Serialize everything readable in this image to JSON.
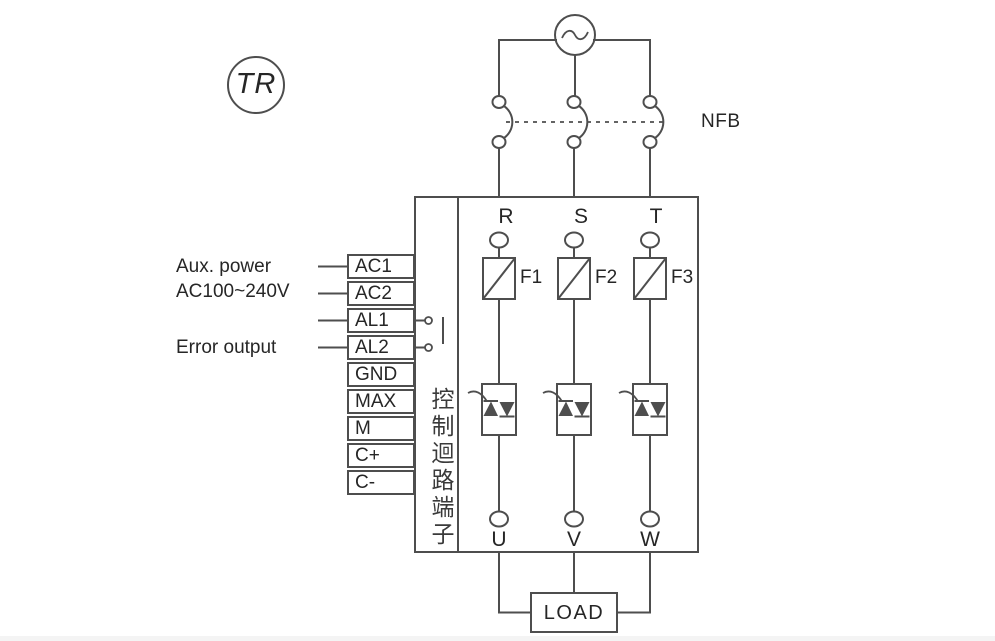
{
  "diagram": {
    "device_label": "TR",
    "breaker_label": "NFB",
    "load_label": "LOAD",
    "phase_inputs": [
      "R",
      "S",
      "T"
    ],
    "fuse_labels": [
      "F1",
      "F2",
      "F3"
    ],
    "phase_outputs": [
      "U",
      "V",
      "W"
    ],
    "control_terminals": [
      "AC1",
      "AC2",
      "AL1",
      "AL2",
      "GND",
      "MAX",
      "M",
      "C+",
      "C-"
    ],
    "terminal_strip_caption": "控制迴路端子",
    "annotations": {
      "aux_power_line1": "Aux. power",
      "aux_power_line2": "AC100~240V",
      "error_output": "Error output"
    },
    "colors": {
      "stroke": "#4e4e4e",
      "text": "#262626",
      "background": "#ffffff"
    }
  }
}
